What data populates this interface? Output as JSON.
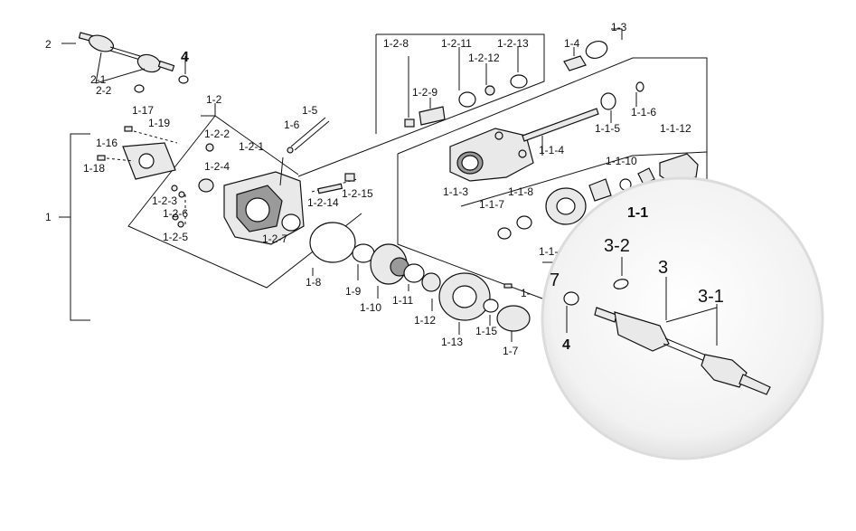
{
  "labels": {
    "l_2": "2",
    "l_2_1": "2-1",
    "l_2_2": "2-2",
    "l_4_top": "4",
    "l_1_2": "1-2",
    "l_1_17": "1-17",
    "l_1_19": "1-19",
    "l_1_16": "1-16",
    "l_1_18": "1-18",
    "l_1": "1",
    "l_1_2_2": "1-2-2",
    "l_1_2_1": "1-2-1",
    "l_1_2_4": "1-2-4",
    "l_1_2_3": "1-2-3",
    "l_1_2_6": "1-2-6",
    "l_1_2_5": "1-2-5",
    "l_1_2_7": "1-2-7",
    "l_1_6_a": "1-6",
    "l_1_5": "1-5",
    "l_1_2_8": "1-2-8",
    "l_1_2_9": "1-2-9",
    "l_1_2_11": "1-2-11",
    "l_1_2_12": "1-2-12",
    "l_1_2_13": "1-2-13",
    "l_1_2_14": "1-2-14",
    "l_1_2_15": "1-2-15",
    "l_1_4": "1-4",
    "l_1_3": "1-3",
    "l_1_1_5": "1-1-5",
    "l_1_1_6": "1-1-6",
    "l_1_1_4": "1-1-4",
    "l_1_1_3": "1-1-3",
    "l_1_1_10": "1-1-10",
    "l_1_1_12": "1-1-12",
    "l_1_1_8": "1-1-8",
    "l_1_1_7": "1-1-7",
    "l_1_1_partial": "1-1-",
    "l_1_1": "1-1",
    "l_1_8": "1-8",
    "l_1_9": "1-9",
    "l_1_10": "1-10",
    "l_1_11": "1-11",
    "l_1_12": "1-12",
    "l_1_13": "1-13",
    "l_1_15": "1-15",
    "l_1_7": "1-7",
    "l_1_partial": "1-",
    "l_3_2": "3-2",
    "l_3": "3",
    "l_3_1": "3-1",
    "l_7": "7",
    "l_4_zoom": "4"
  }
}
